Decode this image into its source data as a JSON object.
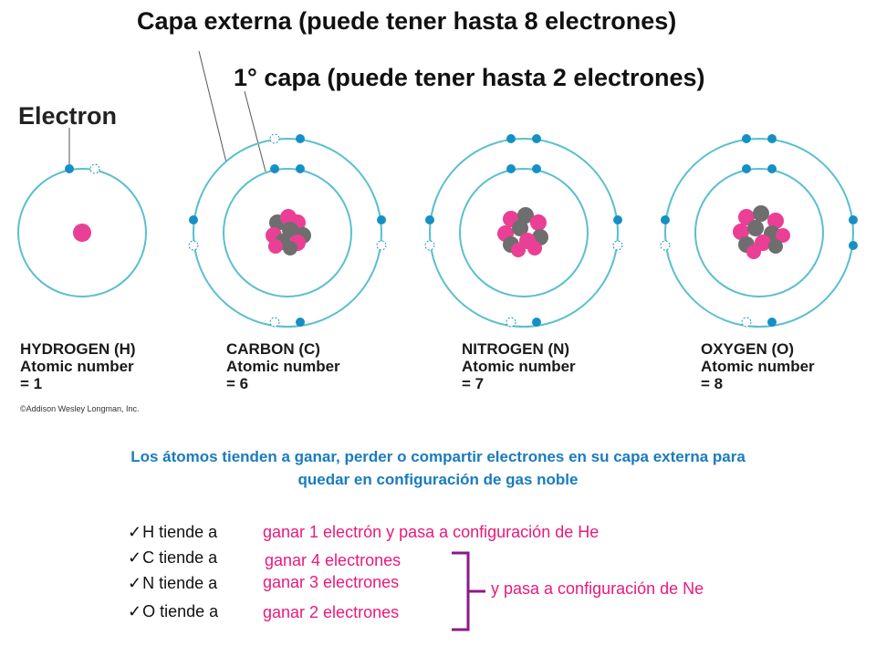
{
  "titles": {
    "outer_shell": "Capa externa (puede tener hasta 8 electrones)",
    "first_shell": "1° capa  (puede tener hasta 2 electrones)"
  },
  "electron_label": "Electron",
  "atoms": [
    {
      "name": "HYDROGEN (H)",
      "atomic_number_label": "Atomic number",
      "atomic_number_value": "= 1",
      "inner_electrons": 1,
      "outer_electrons": 0
    },
    {
      "name": "CARBON (C)",
      "atomic_number_label": "Atomic number",
      "atomic_number_value": "= 6",
      "inner_electrons": 2,
      "outer_electrons": 4
    },
    {
      "name": "NITROGEN (N)",
      "atomic_number_label": "Atomic number",
      "atomic_number_value": "= 7",
      "inner_electrons": 2,
      "outer_electrons": 5
    },
    {
      "name": "OXYGEN (O)",
      "atomic_number_label": "Atomic number",
      "atomic_number_value": "= 8",
      "inner_electrons": 2,
      "outer_electrons": 6
    }
  ],
  "copyright": "©Addison Wesley Longman, Inc.",
  "summary": "Los átomos tienden a ganar, perder o compartir electrones en su capa externa para quedar en configuración de gas noble",
  "tendencies": [
    {
      "element": "H tiende a",
      "result": "ganar 1 electrón y pasa a configuración de He"
    },
    {
      "element": "C tiende a",
      "result": "ganar 4 electrones"
    },
    {
      "element": "N tiende a",
      "result": "ganar 3 electrones"
    },
    {
      "element": "O tiende a",
      "result": "ganar 2 electrones"
    }
  ],
  "bracket_result": "y pasa a configuración de Ne",
  "colors": {
    "shell": "#5bbfd0",
    "electron": "#1590c6",
    "proton": "#ea3f95",
    "neutron": "#6e6e6e",
    "summary_text": "#1a7bbf",
    "result_text": "#e8197c"
  }
}
